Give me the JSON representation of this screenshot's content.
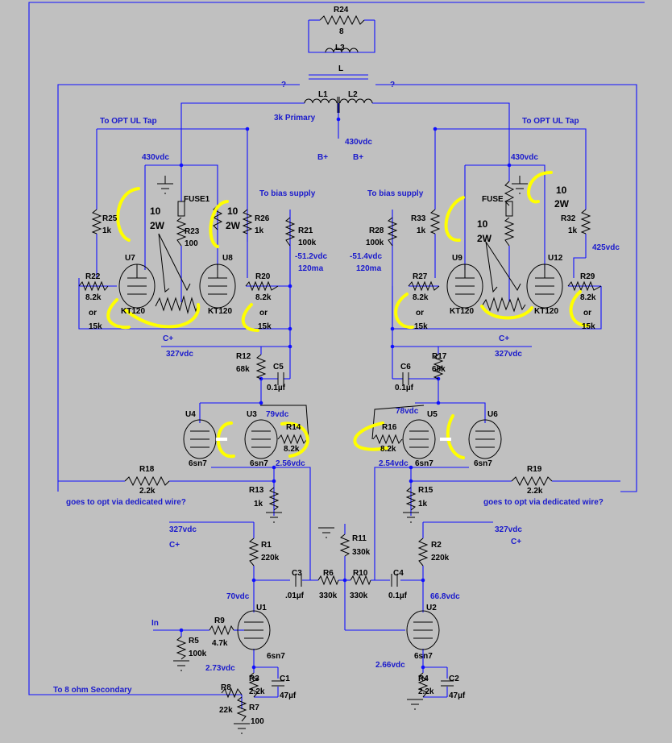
{
  "resistors": {
    "R24": {
      "name": "R24",
      "value": "8"
    },
    "R25": {
      "name": "R25",
      "value": "1k"
    },
    "R26": {
      "name": "R26",
      "value": "1k"
    },
    "R23": {
      "name": "R23",
      "value": "100"
    },
    "R22": {
      "name": "R22",
      "value": "8.2k"
    },
    "R20": {
      "name": "R20",
      "value": "8.2k"
    },
    "R21": {
      "name": "R21",
      "value": "100k"
    },
    "R28": {
      "name": "R28",
      "value": "100k"
    },
    "R33": {
      "name": "R33",
      "value": "1k"
    },
    "R32": {
      "name": "R32",
      "value": "1k"
    },
    "R27": {
      "name": "R27",
      "value": "8.2k"
    },
    "R29": {
      "name": "R29",
      "value": "8.2k"
    },
    "R12": {
      "name": "R12",
      "value": "68k"
    },
    "R17": {
      "name": "R17",
      "value": "68k"
    },
    "R14": {
      "name": "R14",
      "value": "8.2k"
    },
    "R16": {
      "name": "R16",
      "value": "8.2k"
    },
    "R18": {
      "name": "R18",
      "value": "2.2k"
    },
    "R19": {
      "name": "R19",
      "value": "2.2k"
    },
    "R13": {
      "name": "R13",
      "value": "1k"
    },
    "R15": {
      "name": "R15",
      "value": "1k"
    },
    "R1": {
      "name": "R1",
      "value": "220k"
    },
    "R2": {
      "name": "R2",
      "value": "220k"
    },
    "R11": {
      "name": "R11",
      "value": "330k"
    },
    "R6": {
      "name": "R6",
      "value": "330k"
    },
    "R10": {
      "name": "R10",
      "value": "330k"
    },
    "R9": {
      "name": "R9",
      "value": "4.7k"
    },
    "R5": {
      "name": "R5",
      "value": "100k"
    },
    "R3": {
      "name": "R3",
      "value": "2.2k"
    },
    "R4": {
      "name": "R4",
      "value": "2.2k"
    },
    "R8": {
      "name": "R8",
      "value": "22k"
    },
    "R7": {
      "name": "R7",
      "value": "100"
    }
  },
  "capacitors": {
    "C5": {
      "name": "C5",
      "value": "0.1µf"
    },
    "C6": {
      "name": "C6",
      "value": "0.1µf"
    },
    "C3": {
      "name": "C3",
      "value": ".01µf"
    },
    "C4": {
      "name": "C4",
      "value": "0.1µf"
    },
    "C1": {
      "name": "C1",
      "value": "47µf"
    },
    "C2": {
      "name": "C2",
      "value": "47µf"
    }
  },
  "inductors": {
    "L3": {
      "name": "L3",
      "value": "L"
    },
    "L1": {
      "name": "L1"
    },
    "L2": {
      "name": "L2"
    }
  },
  "fuses": {
    "FUSE1": "FUSE1",
    "FUSE": "FUSE"
  },
  "tubes": {
    "U7": {
      "name": "U7",
      "model": "KT120"
    },
    "U8": {
      "name": "U8",
      "model": "KT120"
    },
    "U9": {
      "name": "U9",
      "model": "KT120"
    },
    "U12": {
      "name": "U12",
      "model": "KT120"
    },
    "U4": {
      "name": "U4",
      "model": "6sn7"
    },
    "U3": {
      "name": "U3",
      "model": "6sn7"
    },
    "U5": {
      "name": "U5",
      "model": "6sn7"
    },
    "U6": {
      "name": "U6",
      "model": "6sn7"
    },
    "U1": {
      "name": "U1",
      "model": "6sn7"
    },
    "U2": {
      "name": "U2",
      "model": "6sn7"
    }
  },
  "labels": {
    "q_left": "?",
    "q_right": "?",
    "opt_ul_left": "To OPT UL Tap",
    "opt_ul_right": "To OPT UL Tap",
    "primary": "3k Primary",
    "bplus_a": "B+",
    "bplus_b": "B+",
    "v430_center": "430vdc",
    "v430_left": "430vdc",
    "v430_right": "430vdc",
    "bias_left": "To bias supply",
    "bias_right": "To bias supply",
    "v_bias_left": "-51.2vdc",
    "ma_left": "120ma",
    "v_bias_right": "-51.4vdc",
    "ma_right": "120ma",
    "v425": "425vdc",
    "cplus_top_left": "C+",
    "cplus_top_right": "C+",
    "v327_top_left": "327vdc",
    "v327_top_right": "327vdc",
    "v79": "79vdc",
    "v78": "78vdc",
    "v256": "2.56vdc",
    "v254": "2.54vdc",
    "opt_wire_left": "goes to opt via dedicated wire?",
    "opt_wire_right": "goes to opt via dedicated wire?",
    "v327_mid_left": "327vdc",
    "v327_mid_right": "327vdc",
    "cplus_mid_left": "C+",
    "cplus_mid_right": "C+",
    "v70": "70vdc",
    "v668": "66.8vdc",
    "input": "In",
    "v273": "2.73vdc",
    "v266": "2.66vdc",
    "secondary": "To 8 ohm Secondary"
  },
  "handwritten": {
    "ten_a": "10",
    "two_w_a": "2W",
    "ten_b": "10",
    "two_w_b": "2W",
    "ten_c": "10",
    "two_w_c": "2W",
    "ten_d": "10",
    "two_w_d": "2W",
    "or": "or",
    "fifteen_k": "15k"
  },
  "colors": {
    "wire": "#1010ff",
    "background": "#c0c0c0",
    "highlight": "#ffff00",
    "label_blue": "#1a1acc"
  }
}
